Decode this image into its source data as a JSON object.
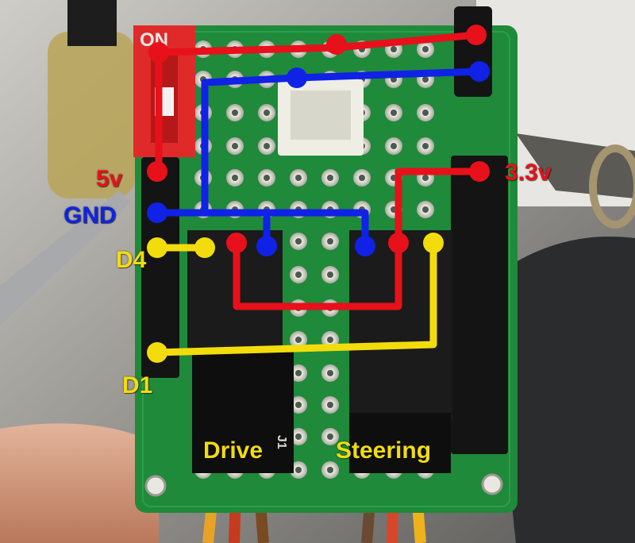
{
  "photo": {
    "switch_text": "ON",
    "silkscreen_text": "J1"
  },
  "labels": {
    "v5": "5v",
    "v33": "3.3v",
    "gnd": "GND",
    "d4": "D4",
    "d1": "D1",
    "drive": "Drive",
    "steering": "Steering"
  },
  "colors": {
    "power_wire": "#e8101a",
    "ground_wire": "#0f22e6",
    "signal_wire": "#f3dc0c",
    "pcb": "#1f8a3a",
    "header": "#141414"
  }
}
